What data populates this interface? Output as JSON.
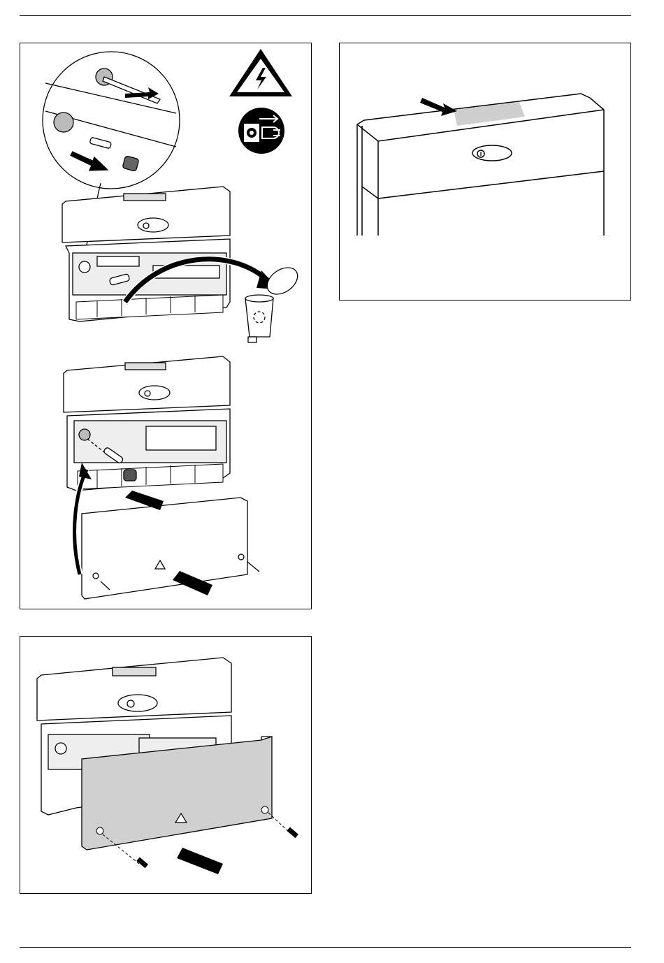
{
  "page": {
    "figures": [
      {
        "id": "fuse-replacement",
        "icons": [
          "electrical-hazard-warning-icon",
          "disconnect-mains-plug-icon",
          "recycle-bin-icon"
        ]
      },
      {
        "id": "label-location"
      },
      {
        "id": "cover-refit"
      }
    ]
  },
  "colors": {
    "line": "#000000",
    "gray_fill": "#cfcfcf",
    "cover_fill": "#d0d0d0",
    "bg": "#ffffff"
  }
}
